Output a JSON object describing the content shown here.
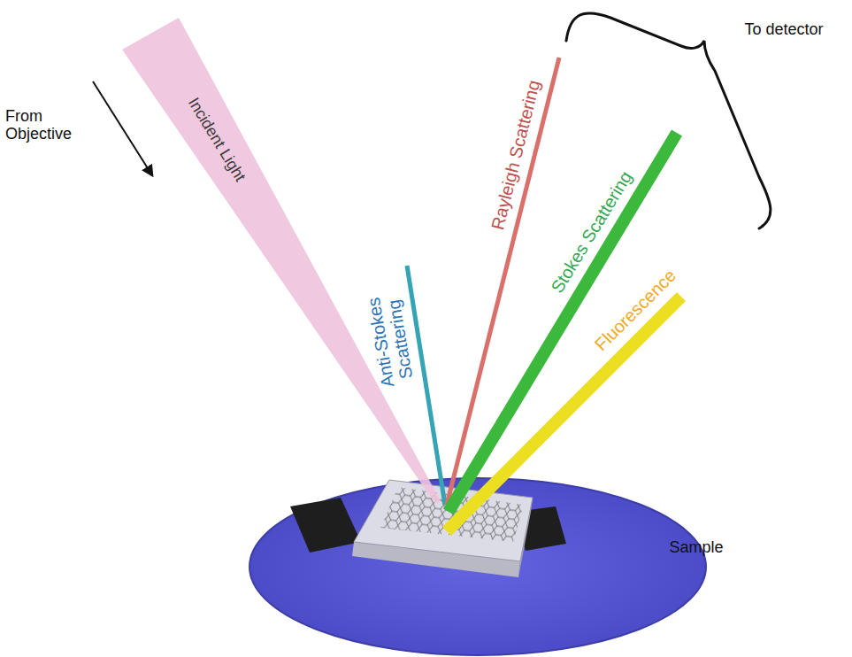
{
  "diagram": {
    "labels": [
      "From Objective",
      "Incident Light",
      "Anti-Stokes Scattering",
      "Rayleigh Scattering",
      "Stokes Scattering",
      "Fluorescence",
      "To detector",
      "Sample"
    ]
  }
}
